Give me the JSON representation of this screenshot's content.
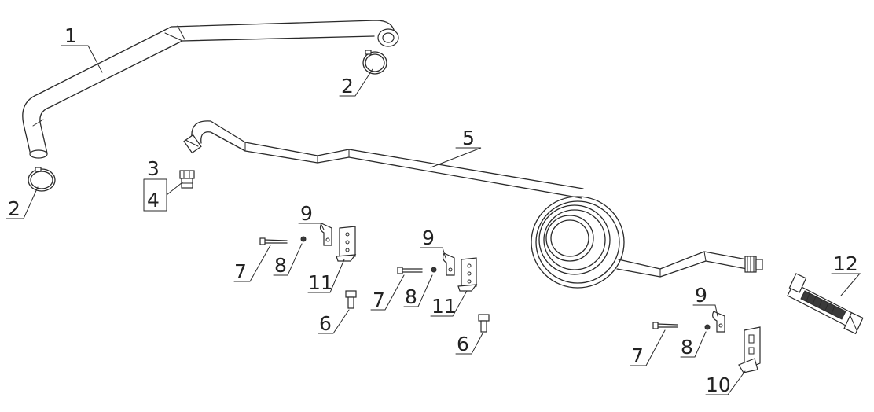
{
  "labels": {
    "p1": "1",
    "p2a": "2",
    "p2b": "2",
    "p3": "3",
    "p4": "4",
    "p5": "5",
    "p6a": "6",
    "p6b": "6",
    "p7a": "7",
    "p7b": "7",
    "p7c": "7",
    "p8a": "8",
    "p8b": "8",
    "p8c": "8",
    "p9a": "9",
    "p9b": "9",
    "p9c": "9",
    "p10": "10",
    "p11a": "11",
    "p11b": "11",
    "p12": "12"
  }
}
